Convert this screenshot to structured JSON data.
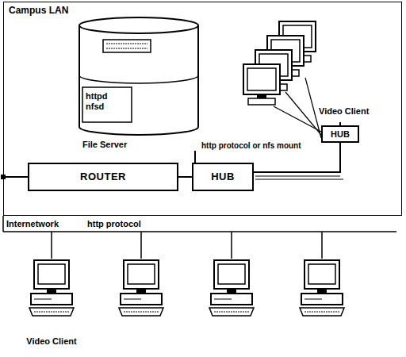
{
  "diagram": {
    "nodes": [
      {
        "text": [
          "Campus LAN"
        ]
      },
      {
        "text": [
          "httpd nfsd",
          "File Server"
        ],
        "in": 0
      },
      {
        "text": [
          "ROUTER"
        ],
        "in": 0
      },
      {
        "text": [
          "HUB"
        ],
        "in": 0
      },
      {
        "text": [
          "HUB"
        ],
        "in": 0
      },
      {
        "text": [
          "Video Client"
        ],
        "in": 0
      },
      {
        "text": [
          "Video Client"
        ]
      }
    ],
    "edges": [
      {
        "from": 1,
        "to": 3,
        "label": "http protocol or nfs mount",
        "arrow": "none"
      },
      {
        "from": 2,
        "to": 3,
        "arrow": "none"
      },
      {
        "from": 3,
        "to": 4,
        "arrow": "none"
      },
      {
        "from": 4,
        "to": 5,
        "arrow": "none"
      }
    ],
    "labels": [
      "Internetwork",
      "http protocol"
    ]
  }
}
